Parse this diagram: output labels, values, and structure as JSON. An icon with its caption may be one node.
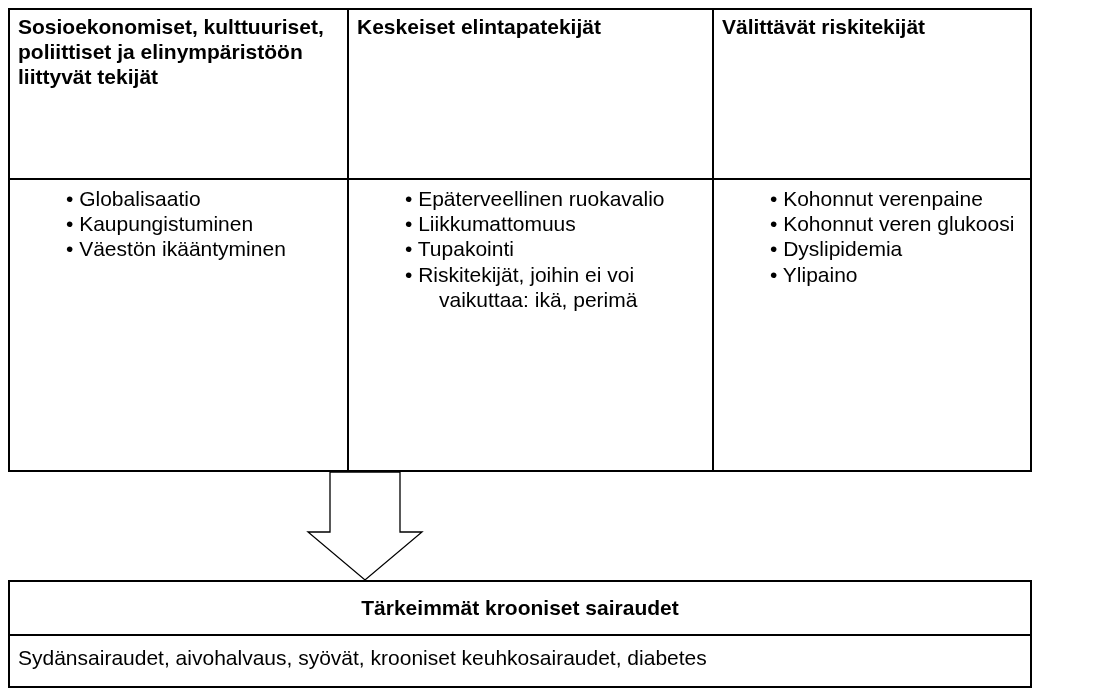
{
  "diagram": {
    "nodes": [
      {
        "text": [],
        "shape": "box"
      },
      {
        "text": [
          "Sosioekonomiset, kulttuuriset, poliittiset ja elinympäristöön liittyvät tekijät",
          "• Globalisaatio",
          "• Kaupungistuminen",
          "• Väestön ikääntyminen"
        ],
        "in": 0
      },
      {
        "text": [
          "Keskeiset elintapatekijät",
          "• Epäterveellinen ruokavalio",
          "• Liikkumattomuus",
          "• Tupakointi",
          "• Riskitekijät, joihin ei voi vaikuttaa: ikä, perimä"
        ],
        "in": 0
      },
      {
        "text": [
          "Välittävät riskitekijät",
          "• Kohonnut verenpaine",
          "• Kohonnut veren glukoosi",
          "• Dyslipidemia",
          "• Ylipaino"
        ],
        "in": 0
      },
      {
        "text": [
          "Tärkeimmät krooniset sairaudet",
          "Sydänsairaudet, aivohalvaus, syövät, krooniset keuhkosairaudet, diabetes"
        ]
      }
    ],
    "edges": [
      {
        "from": 0,
        "to": 4,
        "arrow": "to"
      }
    ]
  }
}
